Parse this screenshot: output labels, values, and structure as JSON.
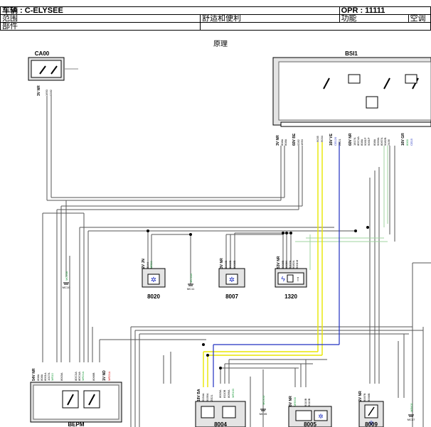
{
  "header": {
    "vehicle": "车辆 : C-ELYSEE",
    "opr": "OPR : 11111",
    "scope_label": "范围",
    "scope_value": "舒适和便利",
    "function_label": "功能",
    "function_value": "空调",
    "part_label": "部件",
    "section_title": "原理"
  },
  "components": {
    "ca00": {
      "name": "CA00",
      "conn": "3V NR",
      "wires": [
        "1650",
        "0282"
      ]
    },
    "bsi1": {
      "name": "BSI1",
      "conn_a": "3V NR",
      "wires_a": [
        "808A",
        "808A"
      ],
      "conn_b": "60V BE",
      "wires_b": [
        "0282",
        "1650"
      ],
      "wires_c": [
        "9035",
        "9034"
      ],
      "conn_d": "16V VE",
      "wires_d": [
        "CE120",
        "ZE21"
      ],
      "conn_e": "60V NR",
      "wires_e": [
        "1817A",
        "8DC4A",
        "808A",
        "9061P",
        "9061P"
      ],
      "wires_f": [
        "808A",
        "9093A",
        "8067A",
        "9082B",
        "2436"
      ],
      "conn_g": "16V GR",
      "wires_g": [
        "8000",
        "CE15"
      ]
    },
    "c8020": {
      "name": "8020",
      "conn": "2V JN",
      "wires": [
        "8044",
        "MR20"
      ],
      "ground": "MC11A",
      "ground_label": "MC11"
    },
    "c8007": {
      "name": "8007",
      "conn": "3V NR",
      "wires": [
        "8003B",
        "8002B",
        "8008B"
      ]
    },
    "c1320": {
      "name": "1320",
      "conn": "53V NR",
      "wires": [
        "8008B",
        "8008A",
        "8002A",
        "8082A",
        "8001M"
      ]
    },
    "bepm": {
      "name": "BEPM",
      "conn_a": "54V NR",
      "wires_a": [
        "808A",
        "808A",
        "8001A",
        "1017A"
      ],
      "wire_a_green": "MR10",
      "conn_b": "1V ND",
      "wire_b": "MR21A",
      "wires_mid": [
        "8003A",
        "8DC3A",
        "8DC4A",
        "8068B"
      ],
      "wire_mid_green": "MR21A"
    },
    "g_mc10a": {
      "label": "MC10A",
      "sub": "MC10"
    },
    "g_mc35": {
      "label": "MC35D",
      "sub": "MC35"
    },
    "c8004": {
      "name": "8004",
      "conn": "18V BA",
      "wires": [
        "9034A",
        "9035A",
        "ZE21"
      ],
      "wires2": [
        "8003A",
        "8110B",
        "8096A"
      ],
      "green": "MR100"
    },
    "c8005": {
      "name": "8005",
      "conn": "6V NR",
      "wires": [
        "MR500",
        "8110B",
        "8110B"
      ]
    },
    "c8009": {
      "name": "8009",
      "conn": "2V NR",
      "wires": [
        "8097B",
        "8098B"
      ]
    },
    "g_mc37": {
      "label": "MR601",
      "sub": "MC37"
    }
  },
  "colors": {
    "yellow": "#e8e600",
    "green": "#1a9a3a",
    "red": "#d11",
    "blue": "#2030c0",
    "light_green": "#9fd39f"
  }
}
